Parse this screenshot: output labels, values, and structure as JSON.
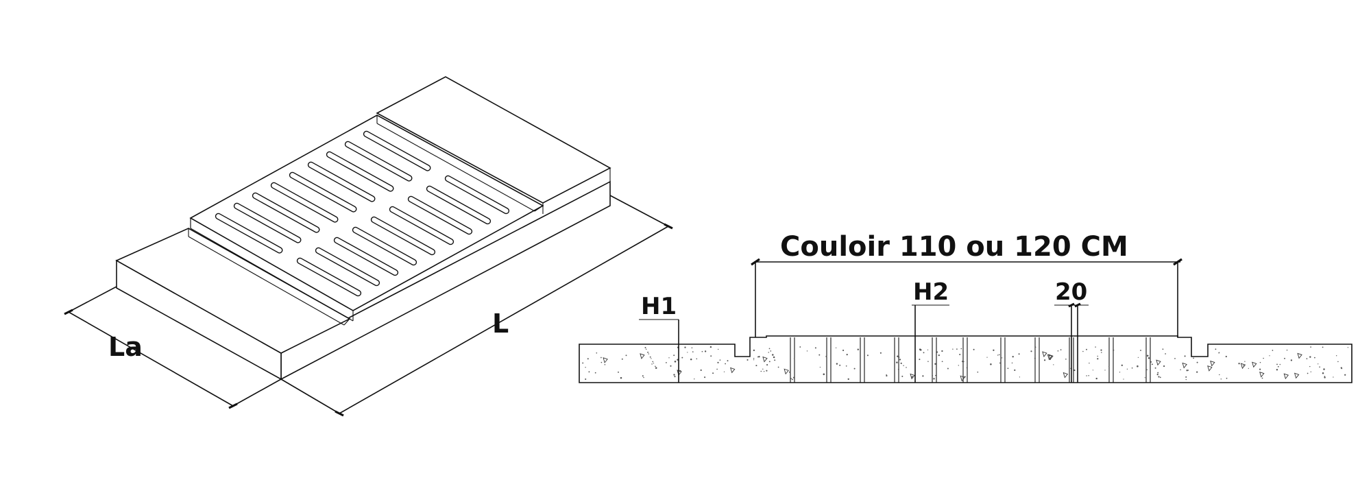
{
  "labels": {
    "width": "La",
    "length": "L",
    "corridor": "Couloir 110 ou 120 CM",
    "h1": "H1",
    "h2": "H2",
    "gap": "20"
  }
}
